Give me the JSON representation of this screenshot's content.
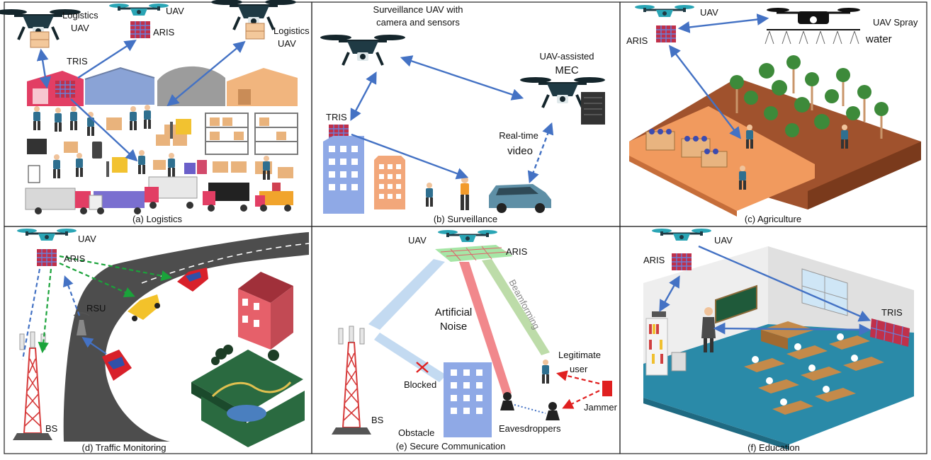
{
  "panels": {
    "logistics": {
      "caption": "(a) Logistics",
      "uav_left_label_line1": "Logistics",
      "uav_left_label_line2": "UAV",
      "uav_mid_label": "UAV",
      "aris_label": "ARIS",
      "uav_right_label_line1": "Logistics",
      "uav_right_label_line2": "UAV",
      "tris_label": "TRIS"
    },
    "surveillance": {
      "caption": "(b) Surveillance",
      "uav_label_line1": "Surveillance UAV with",
      "uav_label_line2": "camera and sensors",
      "mec_label_line1": "UAV-assisted",
      "mec_label_line2": "MEC",
      "tris_label": "TRIS",
      "video_label_line1": "Real-time",
      "video_label_line2": "video"
    },
    "agriculture": {
      "caption": "(c) Agriculture",
      "uav_label": "UAV",
      "aris_label": "ARIS",
      "spray_label_line1": "UAV Spray",
      "spray_label_line2": "water"
    },
    "traffic": {
      "caption": "(d) Traffic Monitoring",
      "uav_label": "UAV",
      "aris_label": "ARIS",
      "rsu_label": "RSU",
      "bs_label": "BS"
    },
    "secure": {
      "caption": "(e) Secure Communication",
      "uav_label": "UAV",
      "aris_label": "ARIS",
      "noise_label_line1": "Artificial",
      "noise_label_line2": "Noise",
      "beam_label": "Beamforming",
      "legit_label_line1": "Legitimate",
      "legit_label_line2": "user",
      "blocked_label": "Blocked",
      "jammer_label": "Jammer",
      "bs_label": "BS",
      "obstacle_label": "Obstacle",
      "eaves_label": "Eavesdroppers"
    },
    "education": {
      "caption": "(f) Education",
      "uav_label": "UAV",
      "aris_label": "ARIS",
      "tris_label": "TRIS"
    }
  },
  "colors": {
    "link_blue": "#4472c4",
    "link_green": "#1aa33a",
    "link_red": "#e02020",
    "ris_red": "#c0304a",
    "drone_dark": "#1f3a44",
    "drone_teal": "#2aa5b5",
    "building_blue": "#8fa9e6",
    "building_orange": "#f2a77a",
    "road_gray": "#4d4d4d",
    "floor_teal": "#2a8aa8"
  }
}
